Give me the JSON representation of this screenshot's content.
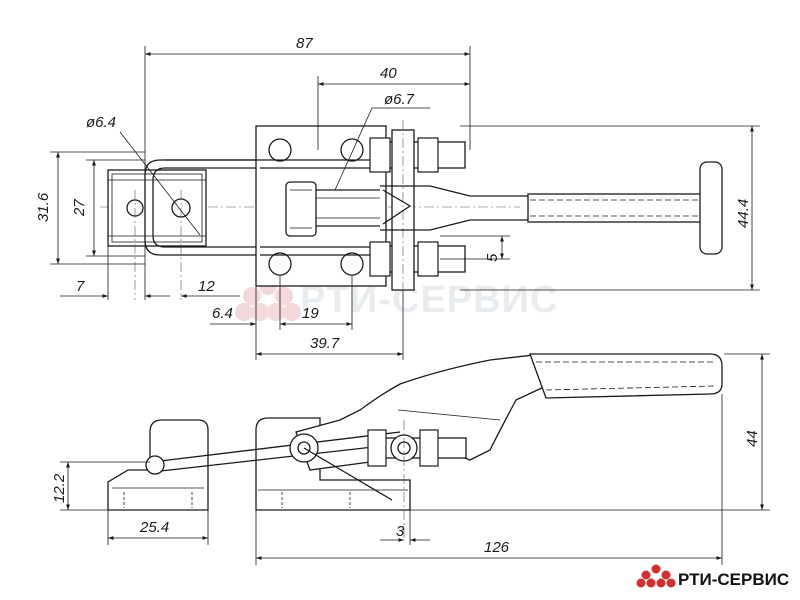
{
  "dimensions_top": {
    "overall_87": "87",
    "to_bolt_40": "40",
    "hole_dia_67": "ø6.7",
    "hole_dia_64": "ø6.4",
    "height_316": "31.6",
    "height_27": "27",
    "height_444": "44.4",
    "offset_5": "5",
    "left_7": "7",
    "mid_12": "12",
    "span_64": "6.4",
    "span_19": "19",
    "span_397": "39.7"
  },
  "dimensions_side": {
    "height_122": "12.2",
    "width_254": "25.4",
    "gap_3": "3",
    "length_126": "126",
    "height_44": "44"
  },
  "watermark": {
    "text": "РТИ-СЕРВИС"
  },
  "brand": {
    "name": "РТИ-СЕРВИС",
    "color": "#d32f2f"
  }
}
